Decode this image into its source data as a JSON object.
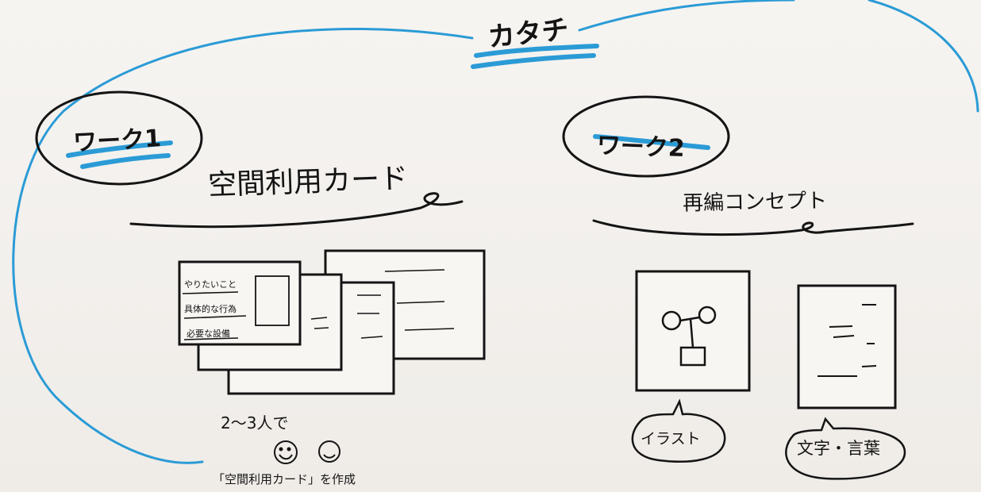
{
  "board": {
    "title": "カタチ",
    "work1": {
      "label": "ワーク1",
      "heading": "空間利用カード",
      "card_fields": [
        "やりたいこと",
        "具体的な行為",
        "必要な設備"
      ],
      "note": "2〜3人で",
      "caption": "「空間利用カード」を作成"
    },
    "work2": {
      "label": "ワーク2",
      "heading": "再編コンセプト",
      "bubbles": [
        "イラスト",
        "文字・言葉"
      ]
    }
  },
  "colors": {
    "ink": "#141414",
    "marker_blue": "#2b9bd6",
    "paper": "#f3f1ee"
  }
}
